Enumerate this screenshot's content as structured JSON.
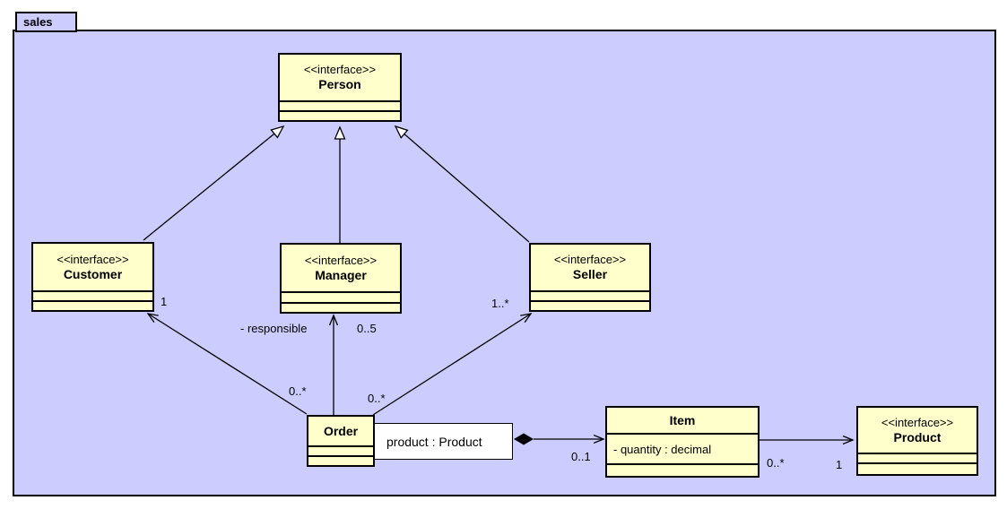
{
  "package": {
    "name": "sales"
  },
  "colors": {
    "package_fill": "#ccccff",
    "node_fill": "#ffffcc",
    "border": "#000000",
    "association_label_fill": "#ffffff"
  },
  "nodes": {
    "person": {
      "stereotype": "<<interface>>",
      "name": "Person"
    },
    "customer": {
      "stereotype": "<<interface>>",
      "name": "Customer"
    },
    "manager": {
      "stereotype": "<<interface>>",
      "name": "Manager"
    },
    "seller": {
      "stereotype": "<<interface>>",
      "name": "Seller"
    },
    "order": {
      "name": "Order"
    },
    "item": {
      "name": "Item",
      "attribute": "- quantity : decimal"
    },
    "product": {
      "stereotype": "<<interface>>",
      "name": "Product"
    }
  },
  "edges": {
    "customer_person": {
      "type": "generalization"
    },
    "manager_person": {
      "type": "generalization"
    },
    "seller_person": {
      "type": "generalization"
    },
    "order_customer": {
      "type": "association",
      "source_multiplicity": "0..*",
      "target_multiplicity": "1"
    },
    "order_manager": {
      "type": "association",
      "role": "- responsible",
      "target_multiplicity": "0..5"
    },
    "order_seller": {
      "type": "association",
      "source_multiplicity": "0..*",
      "target_multiplicity": "1..*"
    },
    "order_item": {
      "type": "composition",
      "label": "product : Product",
      "item_end_multiplicity": "0..1"
    },
    "item_product": {
      "type": "association",
      "source_multiplicity": "0..*",
      "target_multiplicity": "1"
    }
  }
}
